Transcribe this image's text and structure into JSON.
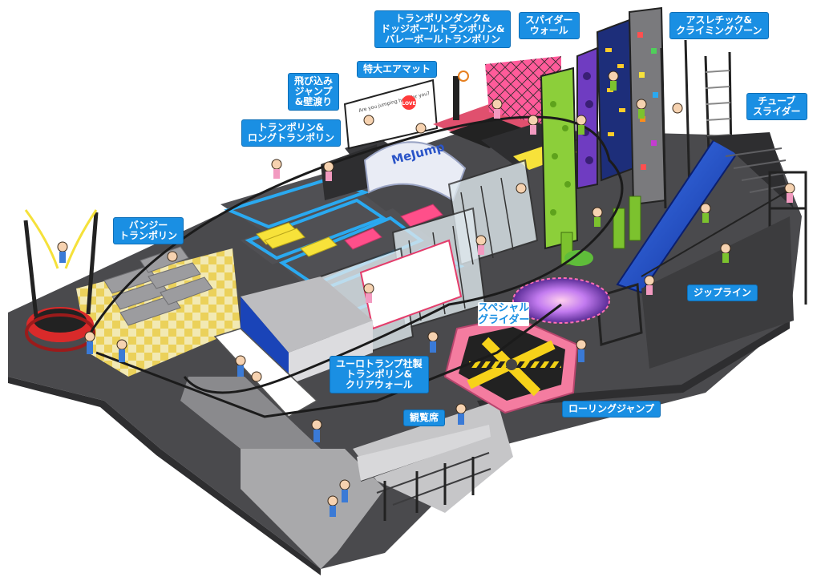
{
  "labels": {
    "bungee": "バンジー\nトランポリン",
    "trampoline_long": "トランポリン&\nロングトランポリン",
    "dive_jump": "飛び込み\nジャンプ\n&壁渡り",
    "big_airmat": "特大エアマット",
    "dunk_dodge_volley": "トランポリンダンク&\nドッジボールトランポリン&\nバレーボールトランポリン",
    "spider_wall": "スパイダー\nウォール",
    "athletic_climbing": "アスレチック&\nクライミングゾーン",
    "tube_slider": "チューブ\nスライダー",
    "zipline": "ジップライン",
    "special_glider": "スペシャル\nグライダー",
    "eurotramp": "ユーロトランプ社製\nトランポリン&\nクリアウォール",
    "spectator": "観覧席",
    "rolling_jump": "ローリングジャンプ"
  },
  "signage": {
    "airmat_brand": "MeJump",
    "whiteboard_line": "Are you jumping here for you?",
    "whiteboard_tag": "LOVE"
  },
  "colors": {
    "callout_bg": "#1a8fe3",
    "floor_dark": "#3c3c3e",
    "floor_mid": "#6b6b6e",
    "floor_light": "#a9a9ab",
    "trampoline_frame_blue": "#2aa9f0",
    "pad_pink": "#ff4f8a",
    "pad_yellow": "#f7e23a",
    "spider_pink": "#ff5b9a",
    "climb_navy": "#1d2e7a",
    "climb_purple": "#6f3cc1",
    "slide_blue": "#1e4fd0",
    "rolling_pink": "#f47ca0",
    "rolling_yellow": "#f7d21a"
  }
}
